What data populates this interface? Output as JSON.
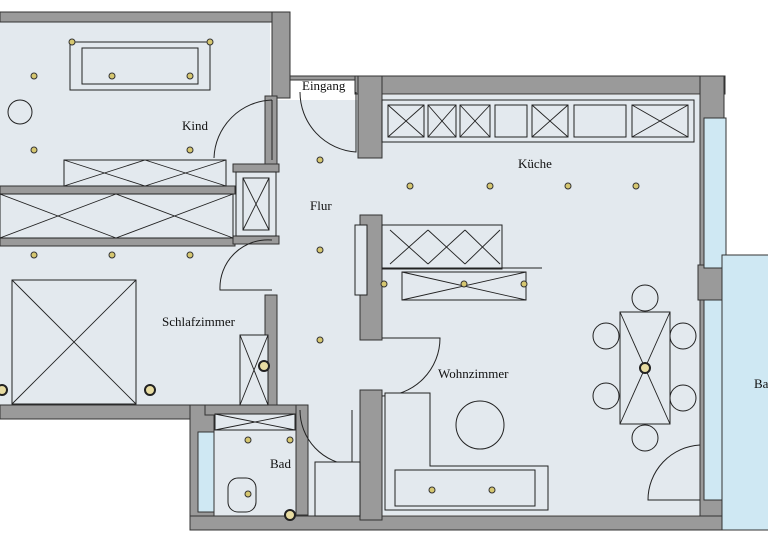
{
  "rooms": {
    "kind": "Kind",
    "eingang": "Eingang",
    "kueche": "Küche",
    "flur": "Flur",
    "schlafzimmer": "Schlafzimmer",
    "wohnzimmer": "Wohnzimmer",
    "bad": "Bad",
    "balkon": "Ba"
  },
  "colors": {
    "floor": "#e3e9ee",
    "wall": "#9a9a9a",
    "window": "#cfe8f3",
    "light": "#d6c770"
  }
}
